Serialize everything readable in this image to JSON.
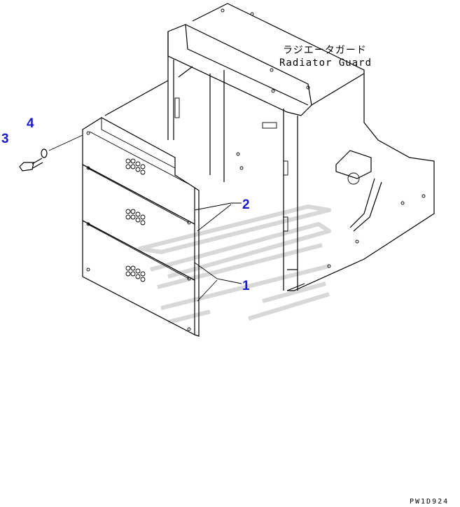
{
  "title": {
    "jp": "ラジエータガード",
    "en": "Radiator Guard"
  },
  "callouts": [
    {
      "id": "c1",
      "label": "1"
    },
    {
      "id": "c2",
      "label": "2"
    },
    {
      "id": "c3",
      "label": "3"
    },
    {
      "id": "c4",
      "label": "4"
    }
  ],
  "drawing_code": "PW1D924",
  "colors": {
    "line": "#000000",
    "callout": "#1a1acc",
    "watermark": "#d8d8d8",
    "background": "#ffffff"
  }
}
